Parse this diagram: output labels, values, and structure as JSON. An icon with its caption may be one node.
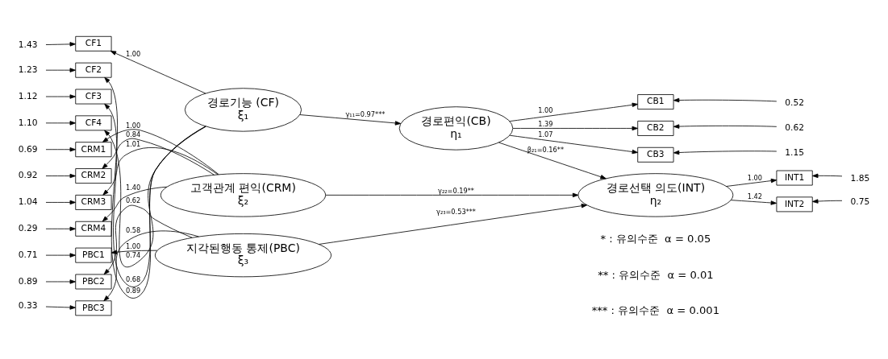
{
  "diagram": {
    "nodes": [
      {
        "text": [
          "1.43"
        ]
      },
      {
        "text": [
          "CF1"
        ]
      },
      {
        "text": [
          "1.23"
        ]
      },
      {
        "text": [
          "CF2"
        ]
      },
      {
        "text": [
          "1.12"
        ]
      },
      {
        "text": [
          "CF3"
        ]
      },
      {
        "text": [
          "1.10"
        ]
      },
      {
        "text": [
          "CF4"
        ]
      },
      {
        "text": [
          "0.69"
        ]
      },
      {
        "text": [
          "CRM1"
        ]
      },
      {
        "text": [
          "0.92"
        ]
      },
      {
        "text": [
          "CRM2"
        ]
      },
      {
        "text": [
          "1.04"
        ]
      },
      {
        "text": [
          "CRM3"
        ]
      },
      {
        "text": [
          "0.29"
        ]
      },
      {
        "text": [
          "CRM4"
        ]
      },
      {
        "text": [
          "0.71"
        ]
      },
      {
        "text": [
          "PBC1"
        ]
      },
      {
        "text": [
          "0.89"
        ]
      },
      {
        "text": [
          "PBC2"
        ]
      },
      {
        "text": [
          "0.33"
        ]
      },
      {
        "text": [
          "PBC3"
        ]
      },
      {
        "text": [
          "경로기능 (CF)",
          "ξ₁"
        ]
      },
      {
        "text": [
          "고객관계 편익(CRM)",
          "ξ₂"
        ]
      },
      {
        "text": [
          "지각된행동 통제(PBC)",
          "ξ₃"
        ]
      },
      {
        "text": [
          "경로편익(CB)",
          "η₁"
        ]
      },
      {
        "text": [
          "CB1"
        ]
      },
      {
        "text": [
          "0.52"
        ]
      },
      {
        "text": [
          "CB2"
        ]
      },
      {
        "text": [
          "0.62"
        ]
      },
      {
        "text": [
          "CB3"
        ]
      },
      {
        "text": [
          "1.15"
        ]
      },
      {
        "text": [
          "경로선택 의도(INT)",
          "η₂"
        ]
      },
      {
        "text": [
          "INT1"
        ]
      },
      {
        "text": [
          "1.85"
        ]
      },
      {
        "text": [
          "INT2"
        ]
      },
      {
        "text": [
          "0.75"
        ]
      }
    ],
    "edges": [
      {
        "from": 0,
        "to": 1,
        "arrow": "to"
      },
      {
        "from": 2,
        "to": 3,
        "arrow": "to"
      },
      {
        "from": 4,
        "to": 5,
        "arrow": "to"
      },
      {
        "from": 6,
        "to": 7,
        "arrow": "to"
      },
      {
        "from": 8,
        "to": 9,
        "arrow": "to"
      },
      {
        "from": 10,
        "to": 11,
        "arrow": "to"
      },
      {
        "from": 12,
        "to": 13,
        "arrow": "to"
      },
      {
        "from": 14,
        "to": 15,
        "arrow": "to"
      },
      {
        "from": 16,
        "to": 17,
        "arrow": "to"
      },
      {
        "from": 18,
        "to": 19,
        "arrow": "to"
      },
      {
        "from": 20,
        "to": 21,
        "arrow": "to"
      },
      {
        "from": 22,
        "to": 1,
        "arrow": "to",
        "label": "1.00"
      },
      {
        "from": 22,
        "to": 3,
        "arrow": "to",
        "label": "0.89"
      },
      {
        "from": 22,
        "to": 5,
        "arrow": "to",
        "label": "0.68"
      },
      {
        "from": 22,
        "to": 7,
        "arrow": "to",
        "label": "0.74"
      },
      {
        "from": 23,
        "to": 9,
        "arrow": "to",
        "label": "1.00"
      },
      {
        "from": 23,
        "to": 11,
        "arrow": "to",
        "label": "0.84"
      },
      {
        "from": 23,
        "to": 13,
        "arrow": "to",
        "label": "1.01"
      },
      {
        "from": 23,
        "to": 15,
        "arrow": "to",
        "label": "1.40"
      },
      {
        "from": 24,
        "to": 17,
        "arrow": "to",
        "label": "1.00"
      },
      {
        "from": 24,
        "to": 19,
        "arrow": "to",
        "label": "0.62"
      },
      {
        "from": 24,
        "to": 21,
        "arrow": "to",
        "label": "0.58"
      },
      {
        "from": 22,
        "to": 25,
        "arrow": "to",
        "label": "γ₁₁=0.97***"
      },
      {
        "from": 25,
        "to": 26,
        "arrow": "to",
        "label": "1.00"
      },
      {
        "from": 25,
        "to": 28,
        "arrow": "to",
        "label": "1.39"
      },
      {
        "from": 25,
        "to": 30,
        "arrow": "to",
        "label": "1.07"
      },
      {
        "from": 27,
        "to": 26,
        "arrow": "to"
      },
      {
        "from": 29,
        "to": 28,
        "arrow": "to"
      },
      {
        "from": 31,
        "to": 30,
        "arrow": "to"
      },
      {
        "from": 25,
        "to": 32,
        "arrow": "to",
        "label": "β₂₁=0.16**"
      },
      {
        "from": 23,
        "to": 32,
        "arrow": "to",
        "label": "γ₂₂=0.19**"
      },
      {
        "from": 24,
        "to": 32,
        "arrow": "to",
        "label": "γ₂₃=0.53***"
      },
      {
        "from": 32,
        "to": 33,
        "arrow": "to",
        "label": "1.00"
      },
      {
        "from": 32,
        "to": 35,
        "arrow": "to",
        "label": "1.42"
      },
      {
        "from": 34,
        "to": 33,
        "arrow": "to"
      },
      {
        "from": 36,
        "to": 35,
        "arrow": "to"
      }
    ],
    "labels": [
      "* : 유의수준  α = 0.05",
      "** : 유의수준  α = 0.01",
      "*** : 유의수준  α = 0.001"
    ]
  }
}
